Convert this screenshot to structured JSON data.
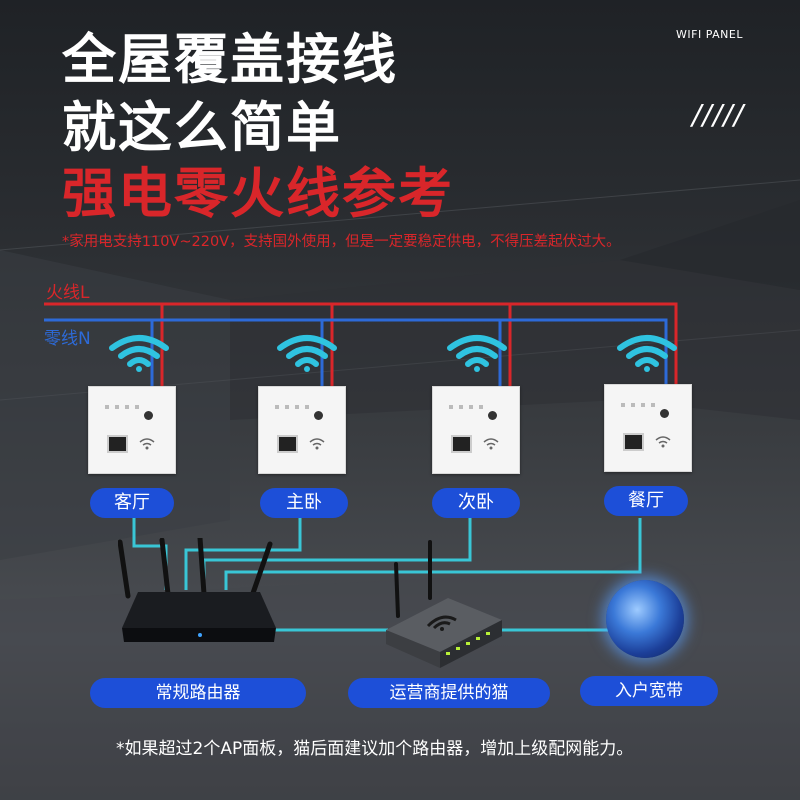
{
  "header": {
    "title_line1": "全屋覆盖接线",
    "title_line2": "就这么简单",
    "title_line3": "强电零火线参考",
    "brand": "WIFI PANEL",
    "decor": "/////",
    "note": "*家用电支持110V~220V，支持国外使用，但是一定要稳定供电，不得压差起伏过大。"
  },
  "wires": {
    "live_label": "火线L",
    "neutral_label": "零线N",
    "live_color": "#d9262a",
    "neutral_color": "#2d6ad8",
    "network_color": "#39c6d6"
  },
  "rooms": [
    {
      "label": "客厅"
    },
    {
      "label": "主卧"
    },
    {
      "label": "次卧"
    },
    {
      "label": "餐厅"
    }
  ],
  "devices": {
    "router_label": "常规路由器",
    "modem_label": "运营商提供的猫",
    "broadband_label": "入户宽带"
  },
  "footer": {
    "text": "*如果超过2个AP面板，猫后面建议加个路由器，增加上级配网能力。"
  },
  "colors": {
    "accent_red": "#d9262a",
    "pill_blue": "#1d4fd8"
  }
}
